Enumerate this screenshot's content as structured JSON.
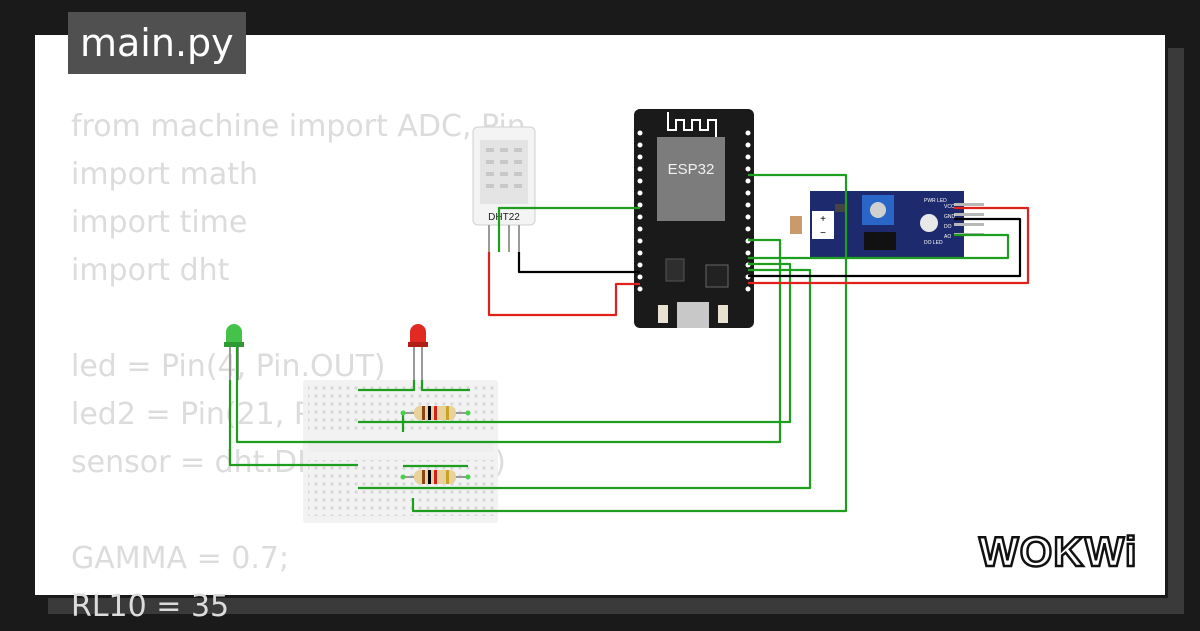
{
  "file_tab": {
    "label": "main.py"
  },
  "code": {
    "lines": [
      "from machine import ADC, Pin",
      "import math",
      "import time",
      "import dht",
      "",
      "led = Pin(4, Pin.OUT)",
      "led2 = Pin(21, Pin.OUT)",
      "sensor = dht.DHT22(Pin(15))",
      "",
      "GAMMA = 0.7;",
      "RL10 = 35"
    ]
  },
  "components": {
    "esp32_label": "ESP32",
    "dht_label": "DHT22",
    "ldr_module": {
      "pins": [
        "VCC",
        "GND",
        "DO",
        "AO"
      ],
      "leds": [
        "PWR LED",
        "DO LED"
      ]
    }
  },
  "brand": {
    "logo_text": "WOKWi"
  },
  "colors": {
    "wire_green": "#1e9e1e",
    "wire_red": "#e0201a",
    "wire_black": "#000000",
    "esp32_board": "#1a1a1a",
    "module_board": "#1e2a6e"
  }
}
